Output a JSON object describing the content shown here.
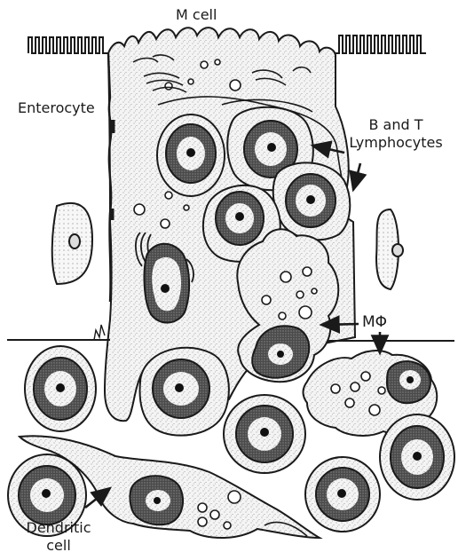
{
  "labels": {
    "m_cell": "M cell",
    "enterocyte": "Enterocyte",
    "lymph_line1": "B and T",
    "lymph_line2": "Lymphocytes",
    "macrophage": "MΦ",
    "dendritic_line1": "Dendritic",
    "dendritic_line2": "cell"
  },
  "colors": {
    "ink": "#1a1a1a",
    "cytoplasm": "#f3f3f3",
    "stipple": "#8a8a8a",
    "chromatin": "#3a3a3a",
    "nucleolus": "#111111",
    "background": "#ffffff"
  }
}
